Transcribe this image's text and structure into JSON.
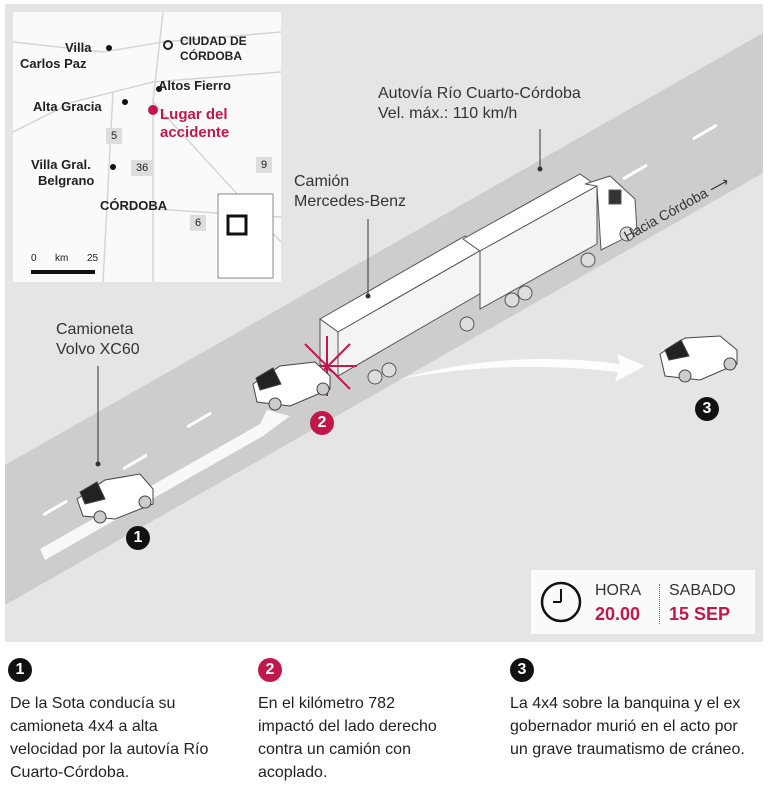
{
  "map": {
    "cities": [
      "Villa",
      "Carlos Paz",
      "CIUDAD DE",
      "CÓRDOBA",
      "Altos Fierro",
      "Alta Gracia",
      "Villa Gral.",
      "Belgrano",
      "CÓRDOBA"
    ],
    "accident_label": [
      "Lugar del",
      "accidente"
    ],
    "routes": [
      "5",
      "36",
      "9",
      "6"
    ],
    "scale": {
      "zero": "0",
      "unit": "km",
      "max": "25"
    }
  },
  "labels": {
    "road": [
      "Autovía Río Cuarto-Córdoba",
      "Vel. máx.: 110 km/h"
    ],
    "truck": [
      "Camión",
      "Mercedes-Benz"
    ],
    "suv": [
      "Camioneta",
      "Volvo XC60"
    ],
    "direction": "Hacia Córdoba ⟶"
  },
  "time": {
    "hora_label": "HORA",
    "hora": "20.00",
    "day_label": "SABADO",
    "date": "15 SEP"
  },
  "steps": [
    {
      "n": "1",
      "text": "De la Sota conducía su camioneta 4x4 a alta velocidad por la autovía Río Cuarto-Córdoba."
    },
    {
      "n": "2",
      "text": "En el kilómetro 782 impactó del lado derecho contra un camión con acoplado."
    },
    {
      "n": "3",
      "text": "La 4x4 sobre la banquina y el ex gobernador murió en el acto por un grave traumatismo de cráneo."
    }
  ],
  "colors": {
    "accent": "#c0184a",
    "road": "#cdcdcd",
    "background": "#e5e5e5"
  }
}
